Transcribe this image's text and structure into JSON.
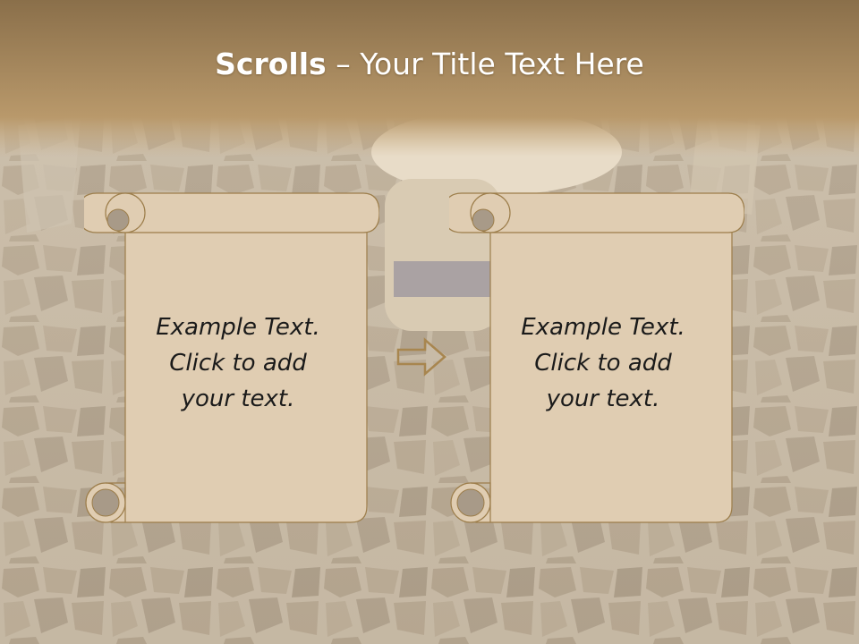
{
  "title": {
    "bold": "Scrolls",
    "dash": " – ",
    "rest": "Your Title Text Here"
  },
  "scrolls": [
    {
      "lines": [
        "Example  Text.",
        "Click  to add",
        "your text."
      ]
    },
    {
      "lines": [
        "Example  Text.",
        "Click  to add",
        "your text."
      ]
    }
  ],
  "colors": {
    "header_top": "#8a6f4a",
    "header_bottom": "#c8aa7a",
    "floor": "#b3a48e",
    "scroll_fill": "#e0cdb2",
    "scroll_curl": "#a89a88",
    "scroll_stroke": "#9c7d4a",
    "arrow": "#a8864f"
  },
  "icons": {
    "arrow": "right-arrow-icon"
  }
}
